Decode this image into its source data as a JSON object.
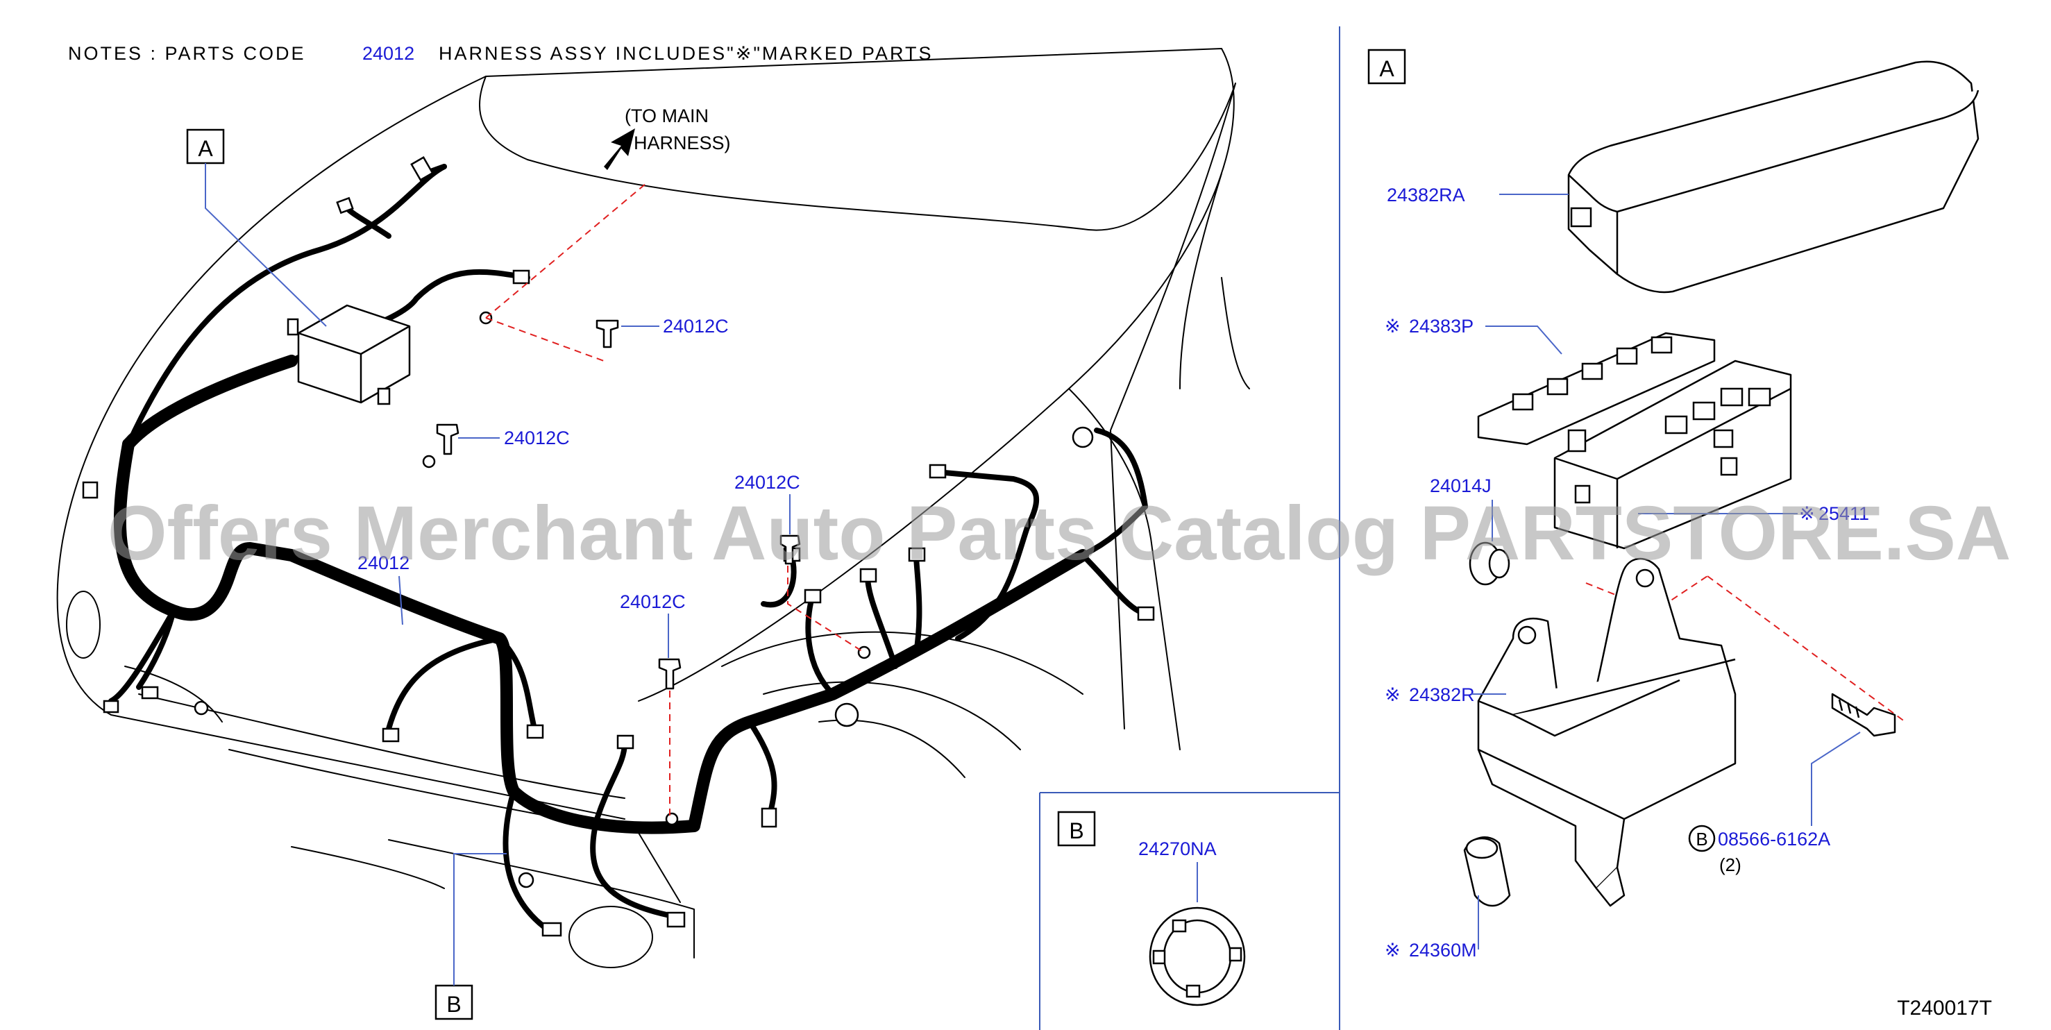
{
  "notes": {
    "prefix": "NOTES  :  PARTS  CODE",
    "code": "24012",
    "suffix": "HARNESS  ASSY  INCLUDES\"※\"MARKED  PARTS"
  },
  "to_main": {
    "line1": "(TO  MAIN",
    "line2": "HARNESS)"
  },
  "main_labels": {
    "box_a": "A",
    "box_b": "B",
    "c1": "24012C",
    "c2": "24012C",
    "c3": "24012C",
    "c4": "24012C",
    "harness": "24012"
  },
  "detail_a": {
    "box": "A",
    "cover": "24382RA",
    "block_mark": "※",
    "block": "24383P",
    "grommet": "24014J",
    "relay_mark": "※",
    "relay": "25411",
    "bracket_mark": "※",
    "bracket": "24382R",
    "bolt_badge": "B",
    "bolt": "08566-6162A",
    "bolt_qty": "(2)",
    "bulb_mark": "※",
    "bulb": "24360M"
  },
  "detail_b": {
    "box": "B",
    "part": "24270NA"
  },
  "drawing_code": "T240017T",
  "watermark": "Offers Merchant Auto Parts Catalog PARTSTORE.SA",
  "colors": {
    "code_blue": "#1a1ad6",
    "leader_blue": "#4a66c8",
    "dash_red": "#e02020"
  }
}
